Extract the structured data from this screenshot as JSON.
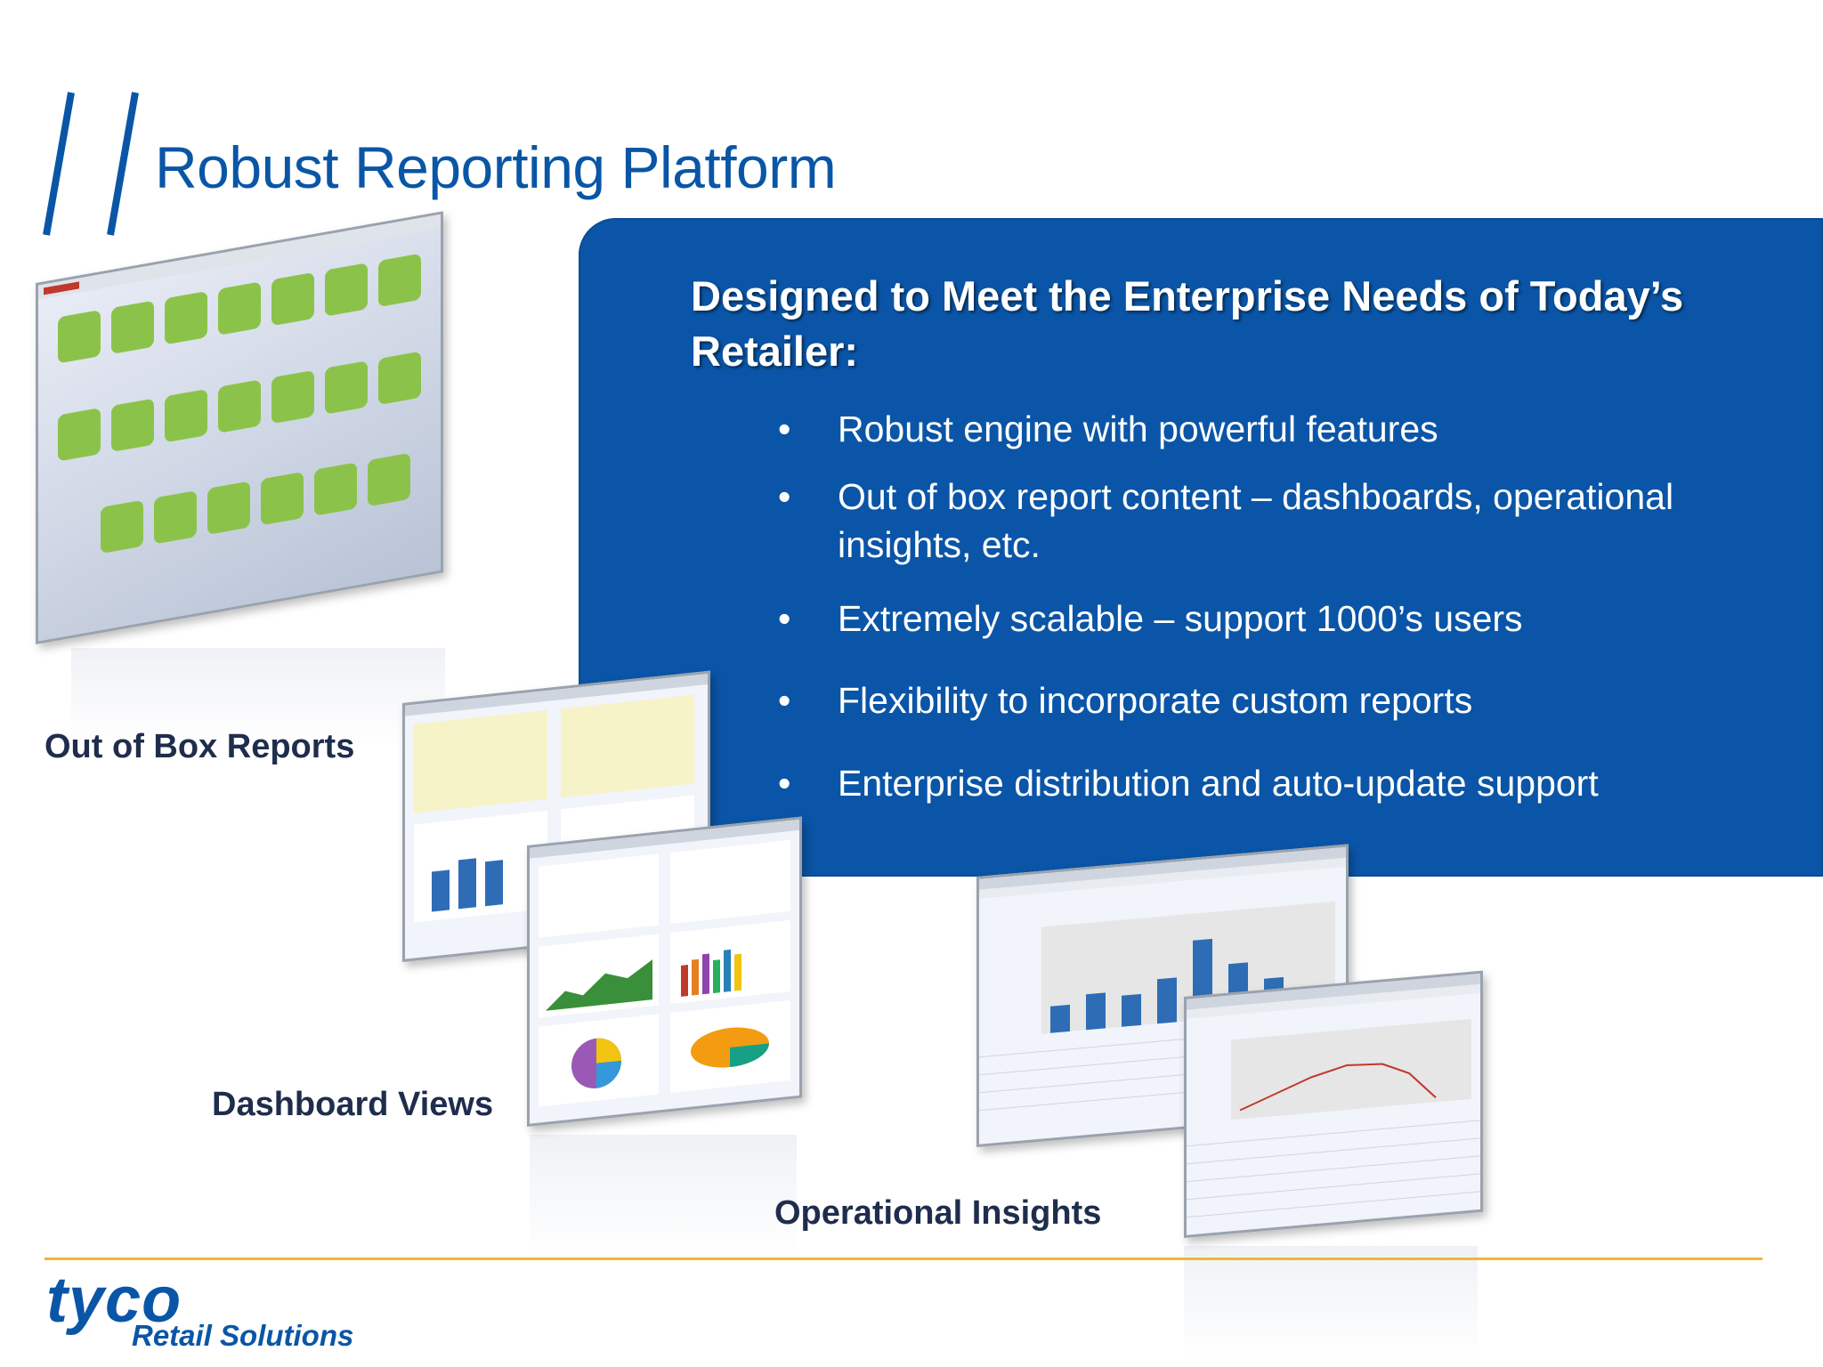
{
  "slide": {
    "title": "Robust Reporting Platform"
  },
  "panel": {
    "heading": "Designed to Meet the Enterprise Needs of Today’s Retailer:",
    "bullet_glyph": "•",
    "bullets": [
      "Robust engine with powerful features",
      "Out of box report content – dashboards, operational insights, etc.",
      "Extremely scalable – support 1000’s users",
      "Flexibility to incorporate custom reports",
      "Enterprise distribution and auto-update support"
    ]
  },
  "labels": {
    "out_of_box": "Out of Box Reports",
    "dashboard": "Dashboard Views",
    "operational": "Operational Insights"
  },
  "footer": {
    "logo_word": "tyco",
    "logo_sub": "Retail Solutions"
  },
  "colors": {
    "brand_blue": "#0a55a7",
    "accent_rule": "#f2b632"
  }
}
